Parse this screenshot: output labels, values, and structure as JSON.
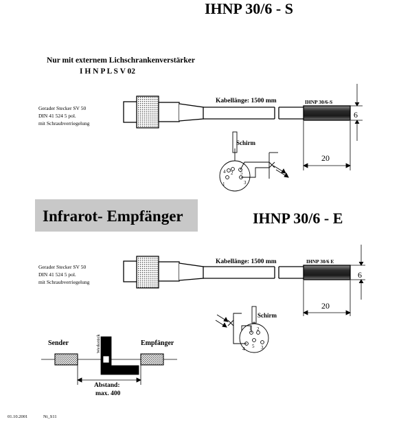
{
  "sender_section": {
    "title": "IHNP  30/6 - S",
    "note_line1": "Nur mit externem Lichschrankenverstärker",
    "note_line2": "I H N P  L S V  02",
    "plug_line1": "Gerader Stecker SV 50",
    "plug_line2": "DIN 41 524   5 pol.",
    "plug_line3": "mit Schraubverriegelung",
    "cable_length": "Kabellänge: 1500 mm",
    "tube_label": "IHNP 30/6-S",
    "dim_diameter": "6",
    "dim_length": "20",
    "shield_label": "Schirm",
    "pins": [
      "1",
      "2",
      "3",
      "4",
      "5"
    ]
  },
  "receiver_section": {
    "banner": "Infrarot- Empfänger",
    "title": "IHNP  30/6 - E",
    "plug_line1": "Gerader Stecker SV 50",
    "plug_line2": "DIN 41 524   5 pol.",
    "plug_line3": "mit Schraubverriegelung",
    "cable_length": "Kabellänge: 1500 mm",
    "tube_label": "IHNP 30/6 E",
    "dim_diameter": "6",
    "dim_length": "20",
    "shield_label": "Schirm",
    "pins": [
      "1",
      "2",
      "3",
      "4",
      "5"
    ]
  },
  "setup": {
    "sender_label": "Sender",
    "receiver_label": "Empfänger",
    "workpiece_label": "Werkstück",
    "distance_line1": "Abstand:",
    "distance_line2": "max. 400"
  },
  "footer": {
    "date": "01.10.2001",
    "ref": "Ni_S11"
  },
  "colors": {
    "banner_bg": "#c8c8c8",
    "ink": "#000000",
    "tube_fill": "#3a3a3a",
    "hatch": "#555555"
  }
}
